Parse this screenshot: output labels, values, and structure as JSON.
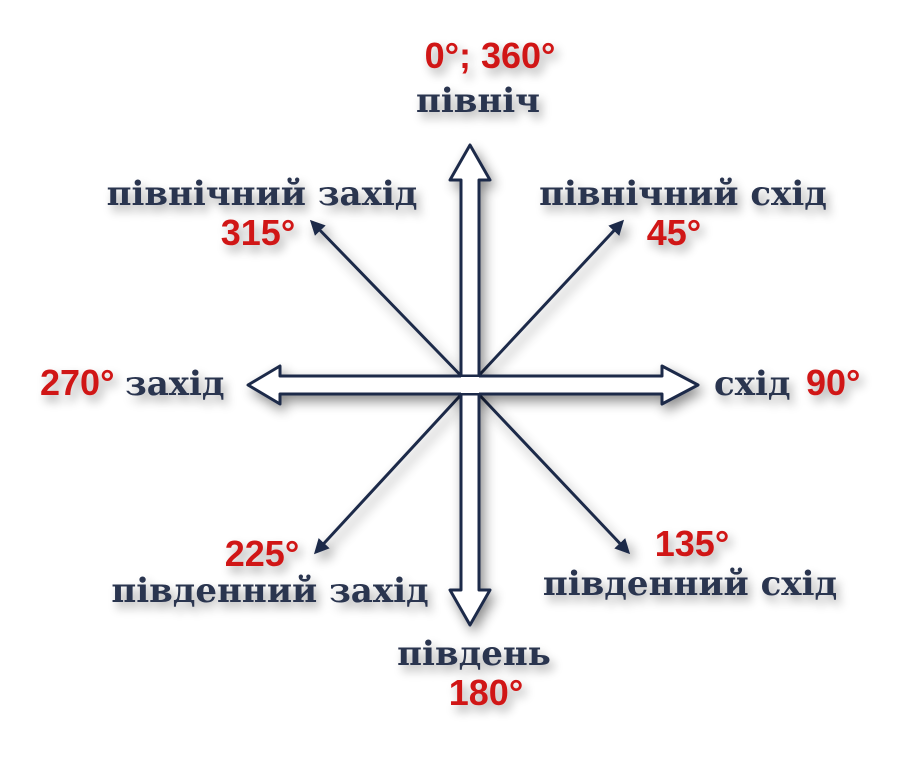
{
  "colors": {
    "direction_text": "#2a3450",
    "degree_text": "#d01818",
    "arrow_stroke": "#1f2a4a",
    "arrow_fill": "#ffffff"
  },
  "directions": {
    "north": {
      "label": "північ",
      "degrees": "0°; 360°"
    },
    "northeast": {
      "label": "північний схід",
      "degrees": "45°"
    },
    "east": {
      "label": "схід",
      "degrees": "90°"
    },
    "southeast": {
      "label": "південний схід",
      "degrees": "135°"
    },
    "south": {
      "label": "південь",
      "degrees": "180°"
    },
    "southwest": {
      "label": "південний захід",
      "degrees": "225°"
    },
    "west": {
      "label": "захід",
      "degrees": "270°"
    },
    "northwest": {
      "label": "північний захід",
      "degrees": "315°"
    }
  }
}
